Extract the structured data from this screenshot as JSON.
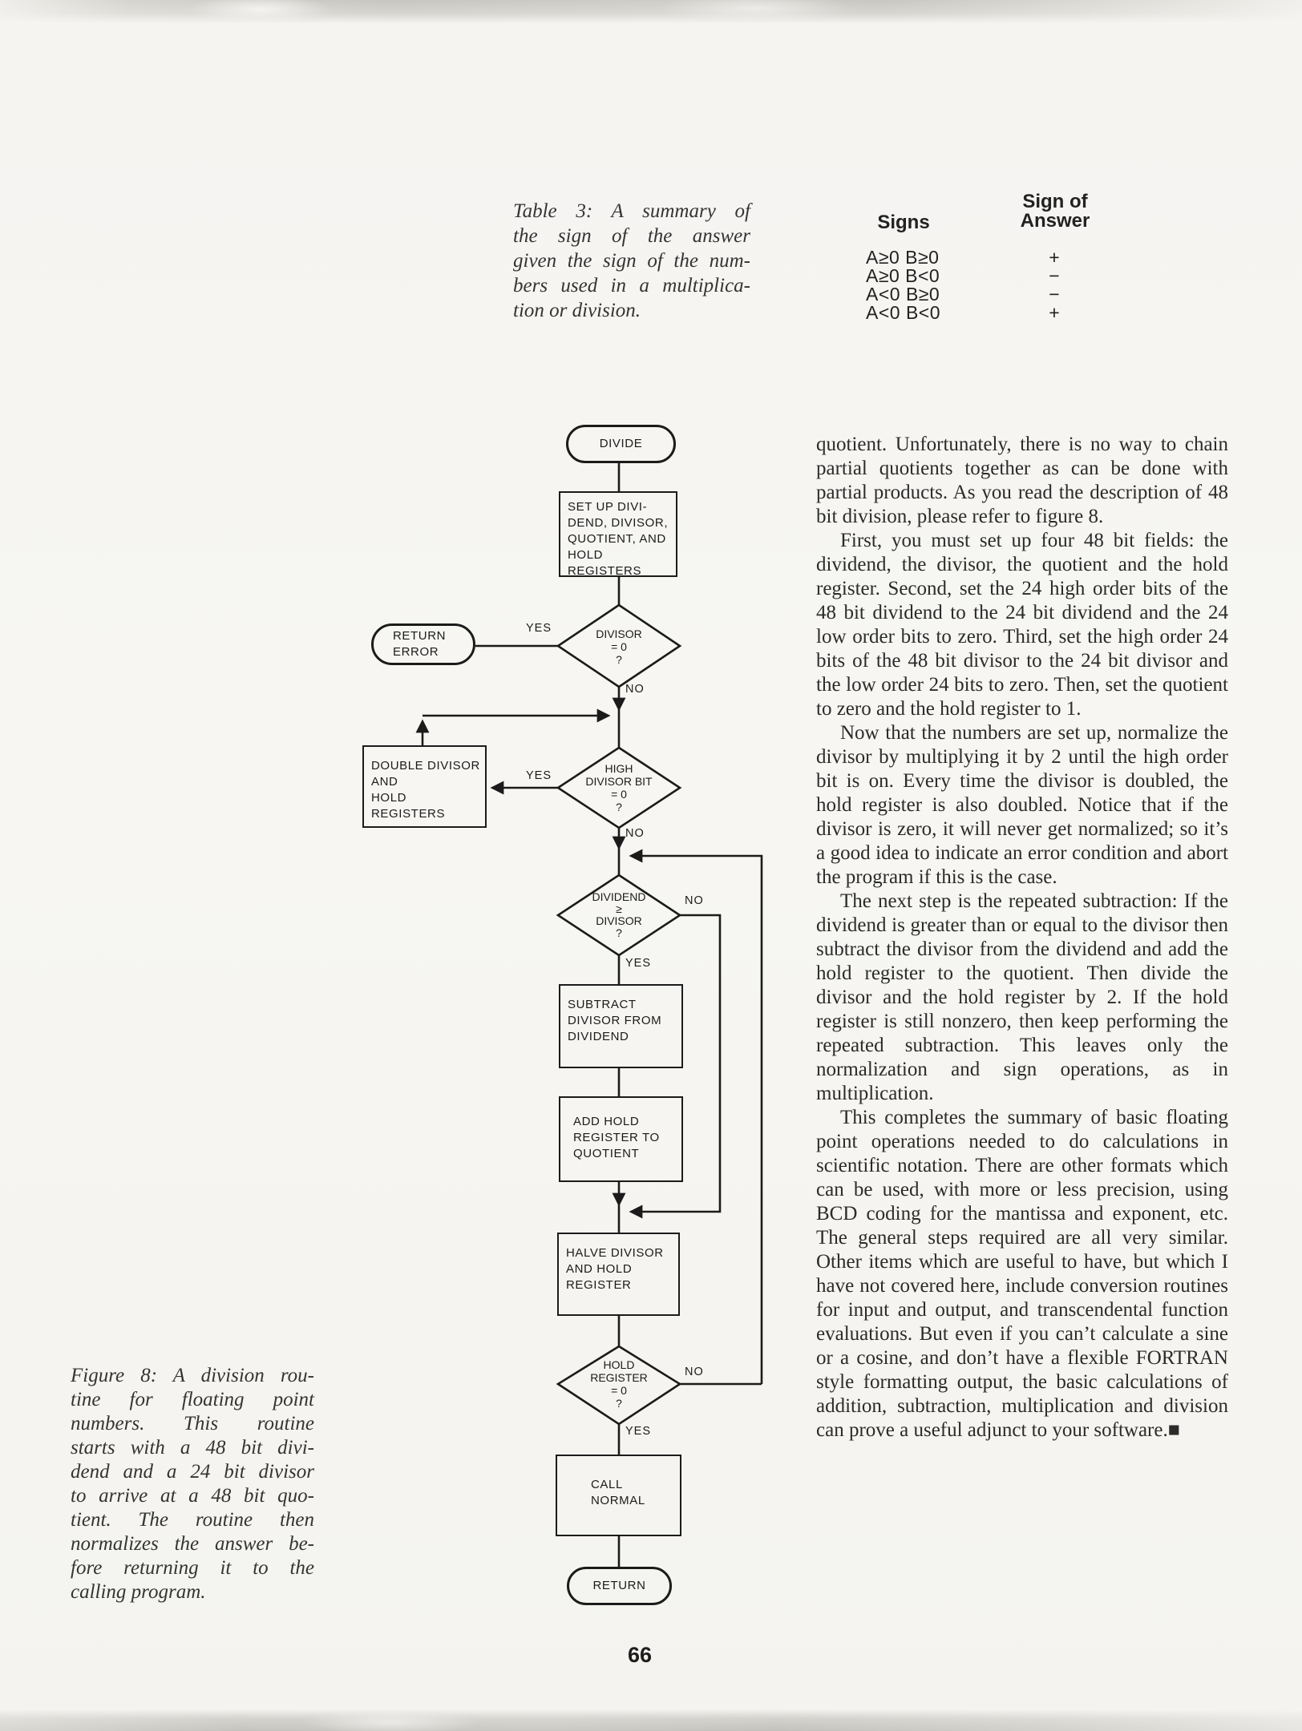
{
  "page": {
    "number": "66"
  },
  "table3": {
    "caption_lines": [
      "Table 3: A summary of",
      "the sign of the answer",
      "given the sign of the num-",
      "bers used in a multiplica-",
      "tion or division."
    ],
    "header_signs": "Signs",
    "header_answer_line1": "Sign of",
    "header_answer_line2": "Answer",
    "rows": [
      {
        "signs": "A≥0 B≥0",
        "answer": "+"
      },
      {
        "signs": "A≥0 B<0",
        "answer": "−"
      },
      {
        "signs": "A<0 B≥0",
        "answer": "−"
      },
      {
        "signs": "A<0 B<0",
        "answer": "+"
      }
    ]
  },
  "flowchart": {
    "divide": "DIVIDE",
    "setup": [
      "SET UP DIVI-",
      "DEND, DIVISOR,",
      "QUOTIENT, AND",
      "HOLD REGISTERS"
    ],
    "divisor_zero": [
      "DIVISOR",
      "= 0",
      "?"
    ],
    "return_error": [
      "RETURN",
      "ERROR"
    ],
    "high_bit": [
      "HIGH",
      "DIVISOR BIT",
      "= 0",
      "?"
    ],
    "double": [
      "DOUBLE DIVISOR",
      "AND",
      "HOLD REGISTERS"
    ],
    "dividend_ge": [
      "DIVIDEND",
      "≥",
      "DIVISOR",
      "?"
    ],
    "subtract": [
      "SUBTRACT",
      "DIVISOR FROM",
      "DIVIDEND"
    ],
    "add": [
      "ADD HOLD",
      "REGISTER TO",
      "QUOTIENT"
    ],
    "halve": [
      "HALVE DIVISOR",
      "AND HOLD",
      "REGISTER"
    ],
    "hold_zero": [
      "HOLD",
      "REGISTER",
      "= 0",
      "?"
    ],
    "call": [
      "CALL",
      "NORMAL"
    ],
    "return": "RETURN",
    "yes": "YES",
    "no": "NO"
  },
  "figure8": {
    "caption_lines": [
      "Figure 8: A division rou-",
      "tine for floating point",
      "numbers.  This  routine",
      "starts with a 48 bit divi-",
      "dend and a 24 bit divisor",
      "to arrive at a 48 bit quo-",
      "tient. The routine then",
      "normalizes the answer be-",
      "fore returning it to the",
      "calling program."
    ]
  },
  "article": {
    "paragraphs": [
      "quotient. Unfortunately, there is no way to chain partial quotients together as can be done with partial products. As you read the description of 48 bit division, please refer to figure 8.",
      "First, you must set up four 48 bit fields: the dividend, the divisor, the quotient and the hold register. Second, set the 24 high order bits of the 48 bit dividend to the 24 bit dividend and the 24 low order bits to zero. Third, set the high order 24 bits of the 48 bit divisor to the 24 bit divisor and the low order 24 bits to zero. Then, set the quotient to zero and the hold register to 1.",
      "Now that the numbers are set up, normalize the divisor by multiplying it by 2 until the high order bit is on. Every time the divisor is doubled, the hold register is also doubled. Notice that if the divisor is zero, it will never get normalized; so it’s a good idea to indicate an error condition and abort the program if this is the case.",
      "The next step is the repeated subtraction: If the dividend is greater than or equal to the divisor then subtract the divisor from the dividend and add the hold register to the quotient. Then divide the divisor and the hold register by 2. If the hold register is still nonzero, then keep performing the repeated subtraction. This leaves only the normalization and sign operations, as in multiplication.",
      "This completes the summary of basic floating point operations needed to do calculations in scientific notation. There are other formats which can be used, with more or less precision, using BCD coding for the mantissa and exponent, etc. The general steps required are all very similar. Other items which are useful to have, but which I have not covered here, include conversion routines for input and output, and transcendental function evaluations. But even if you can’t calculate a sine or a cosine, and don’t have a flexible FORTRAN style formatting output, the basic calculations of addition, subtraction, multiplication and division can prove a useful adjunct to your software.■"
    ]
  }
}
